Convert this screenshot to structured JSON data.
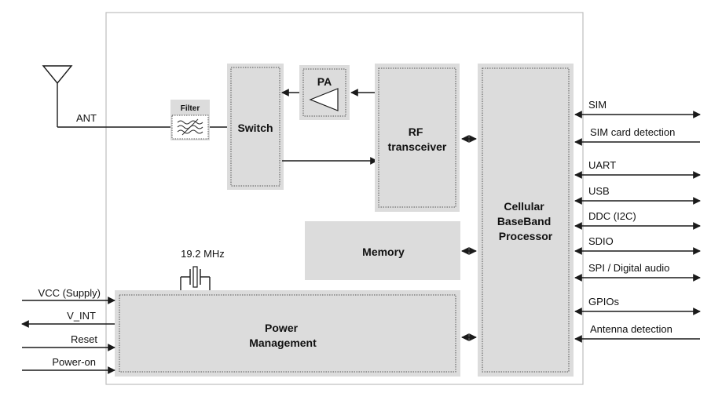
{
  "diagram": {
    "antenna_label": "ANT",
    "filter_label": "Filter",
    "switch_label": "Switch",
    "pa_label": "PA",
    "rf_label": [
      "RF",
      "transceiver"
    ],
    "baseband_label": [
      "Cellular",
      "BaseBand",
      "Processor"
    ],
    "memory_label": "Memory",
    "power_label": [
      "Power",
      "Management"
    ],
    "crystal_label": "19.2 MHz",
    "left_signals": {
      "vcc": "VCC (Supply)",
      "vint": "V_INT",
      "reset": "Reset",
      "poweron": "Power-on"
    },
    "right_signals": {
      "sim": "SIM",
      "sim_detect": "SIM card detection",
      "uart": "UART",
      "usb": "USB",
      "ddc": "DDC (I2C)",
      "sdio": "SDIO",
      "spi": "SPI / Digital audio",
      "gpio": "GPIOs",
      "ant_detect": "Antenna detection"
    }
  }
}
